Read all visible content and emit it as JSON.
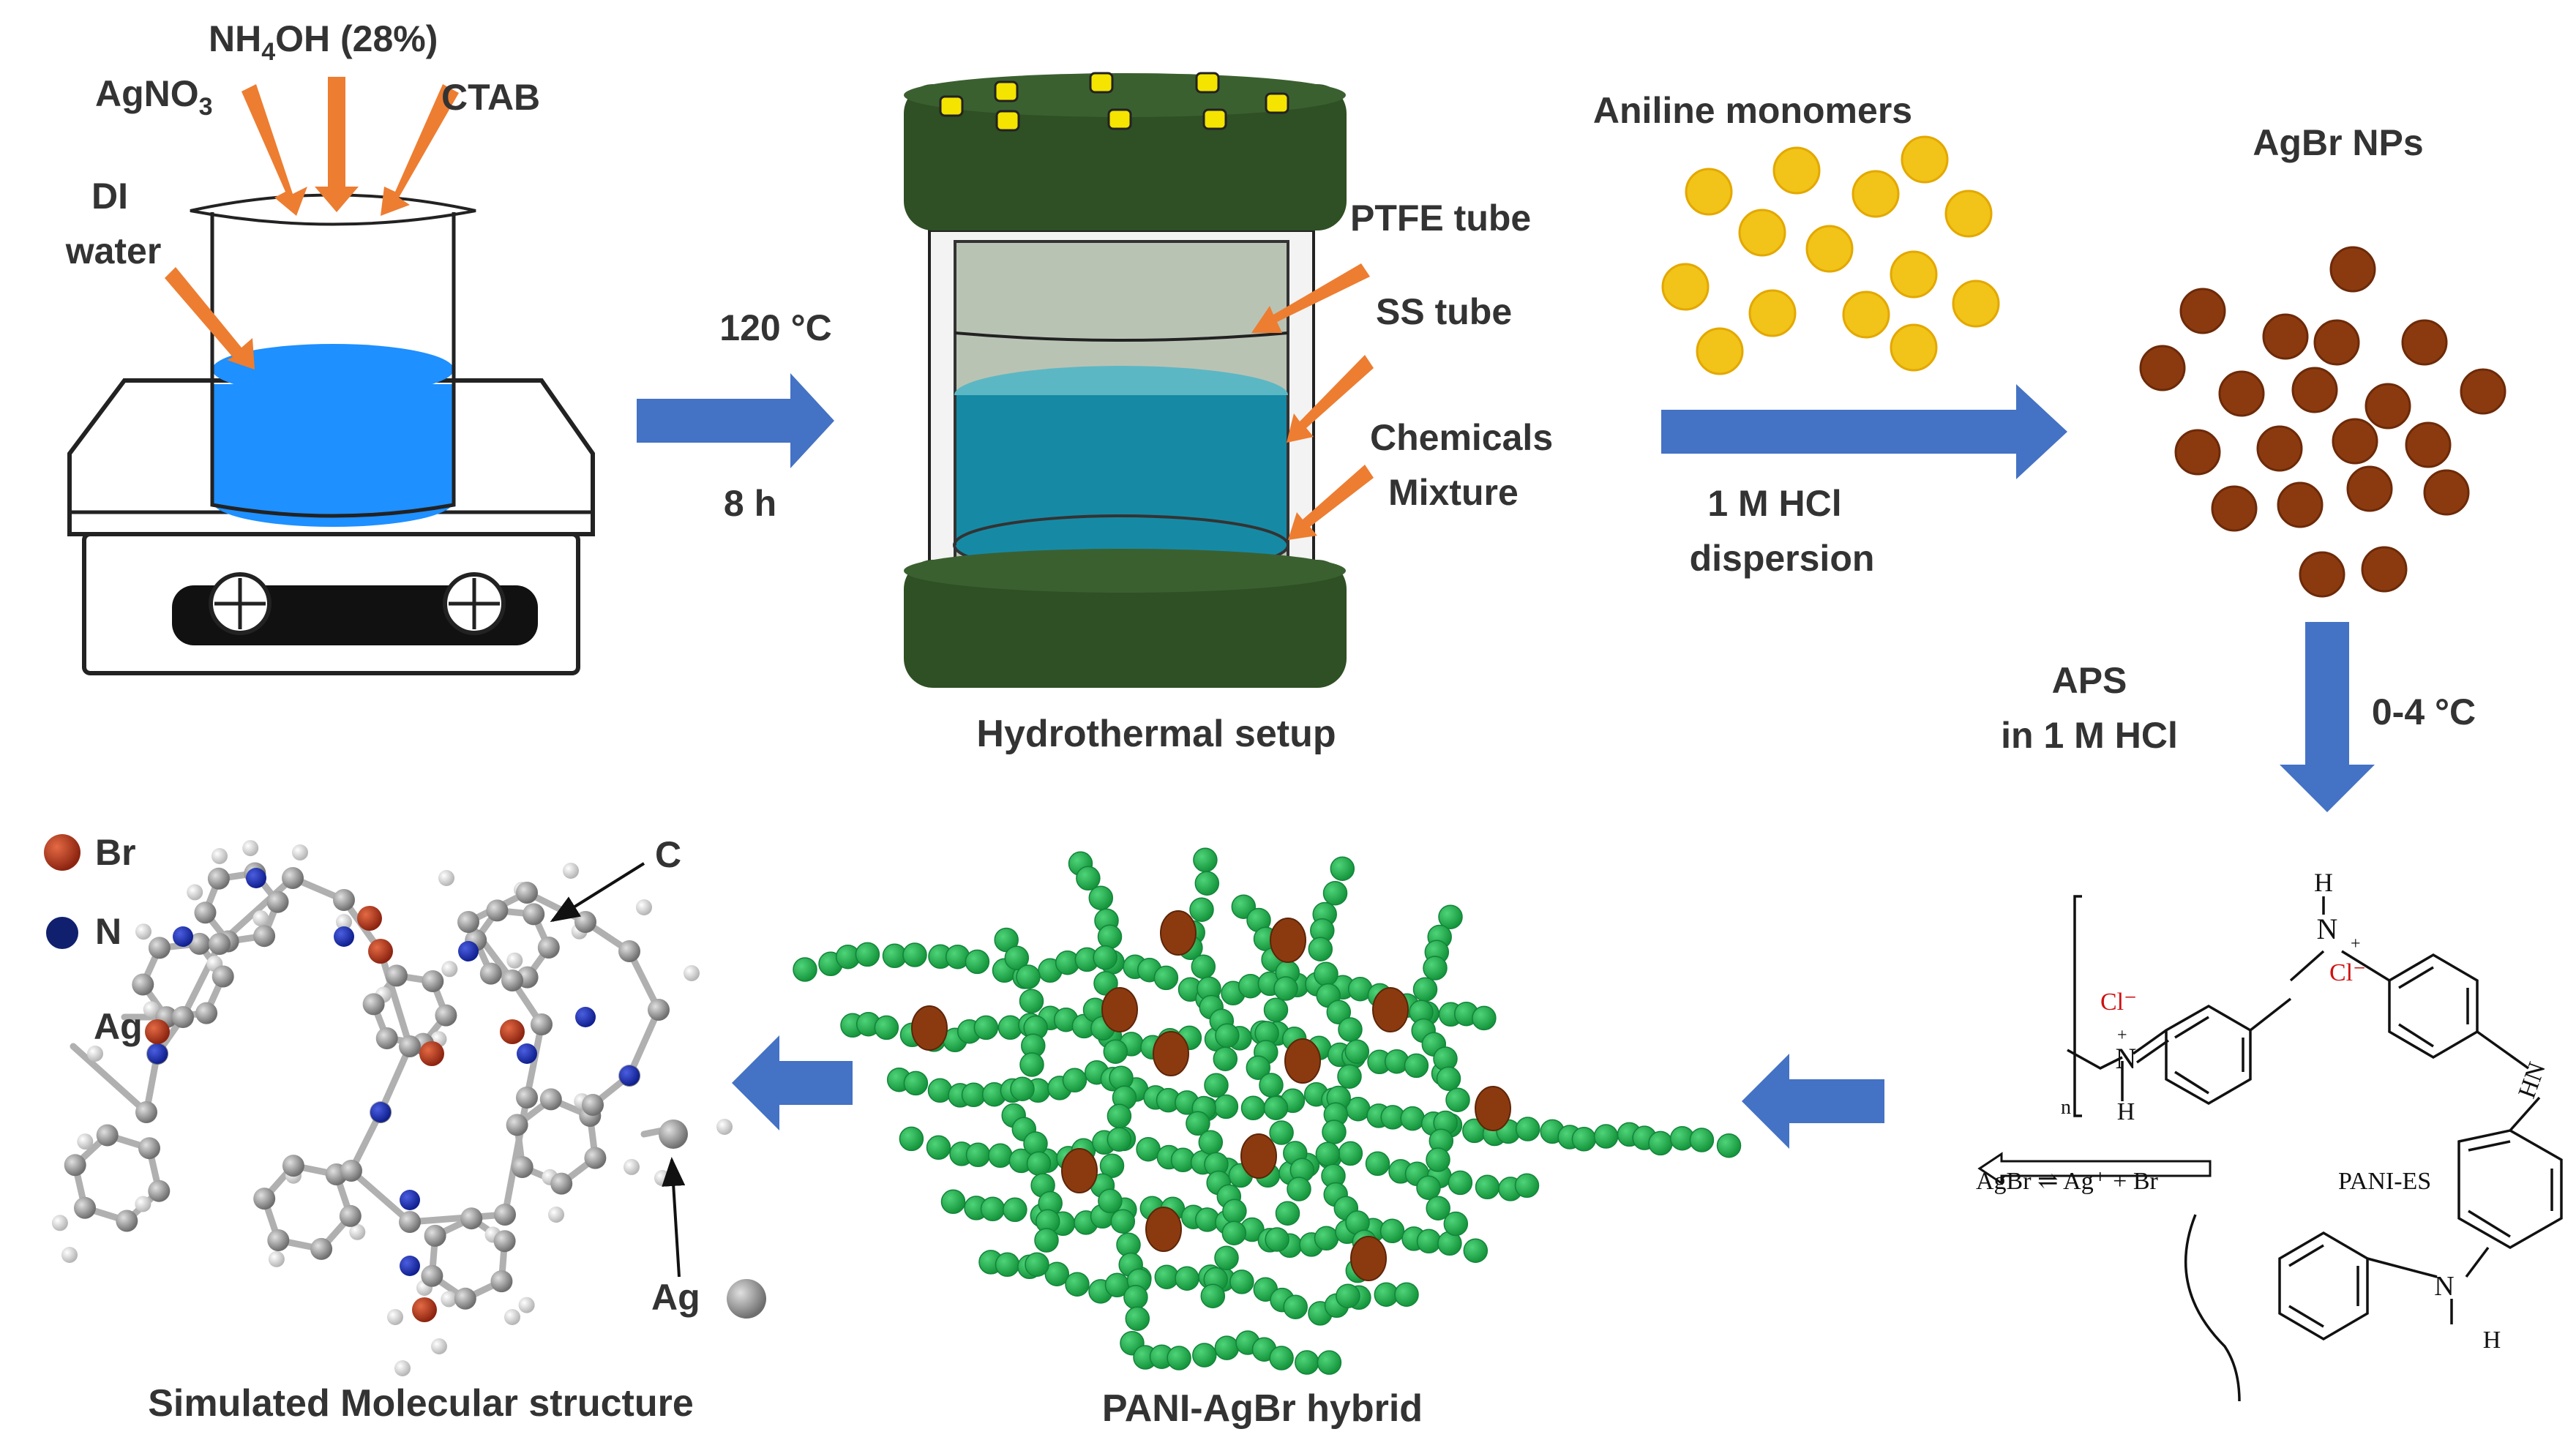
{
  "labels": {
    "agno3": "AgNO",
    "agno3_sub": "3",
    "nh4oh_a": "NH",
    "nh4oh_sub": "4",
    "nh4oh_b": "OH (28%)",
    "ctab": "CTAB",
    "di": "DI",
    "water": "water",
    "temp": "120 °C",
    "time": "8 h",
    "ptfe": "PTFE tube",
    "ss": "SS tube",
    "chemicals": "Chemicals",
    "mixture": "Mixture",
    "hydrothermal": "Hydrothermal setup",
    "aniline": "Aniline monomers",
    "hcl_1": "1 M HCl",
    "hcl_2": "dispersion",
    "agbr_nps": "AgBr NPs",
    "aps_1": "APS",
    "aps_2": "in 1 M HCl",
    "cold": "0-4 °C",
    "chem_h_top": "H",
    "chem_n_top": "N",
    "chem_plus": "+",
    "chem_cl_1": "Cl⁻",
    "chem_cl_2": "Cl⁻",
    "chem_n_left": "N",
    "chem_h_left": "H",
    "chem_n_sub": "n",
    "chem_hn": "HN",
    "chem_n_bottom": "N",
    "chem_h_bottom": "H",
    "equilibrium": "AgBr ⇌ Ag⁺ + Br⁻",
    "pani_es": "PANI-ES",
    "hybrid": "PANI-AgBr hybrid",
    "legend_br": "Br",
    "legend_n": "N",
    "label_c": "C",
    "label_ag_left": "Ag",
    "label_ag_right": "Ag",
    "simulated": "Simulated Molecular structure"
  },
  "colors": {
    "arrow_blue": "#4472c4",
    "pointer_orange": "#ed7d31",
    "solution_blue": "#1e90ff",
    "autoclave_green": "#2f4f24",
    "liquid_teal": "#168aa5",
    "aniline_yellow": "#f2c318",
    "agbr_brown": "#8b3a10",
    "pani_green": "#1eb34a",
    "atom_red": "#b33a1a",
    "atom_blue": "#1a2ca8",
    "atom_grey": "#8a8a8a"
  }
}
